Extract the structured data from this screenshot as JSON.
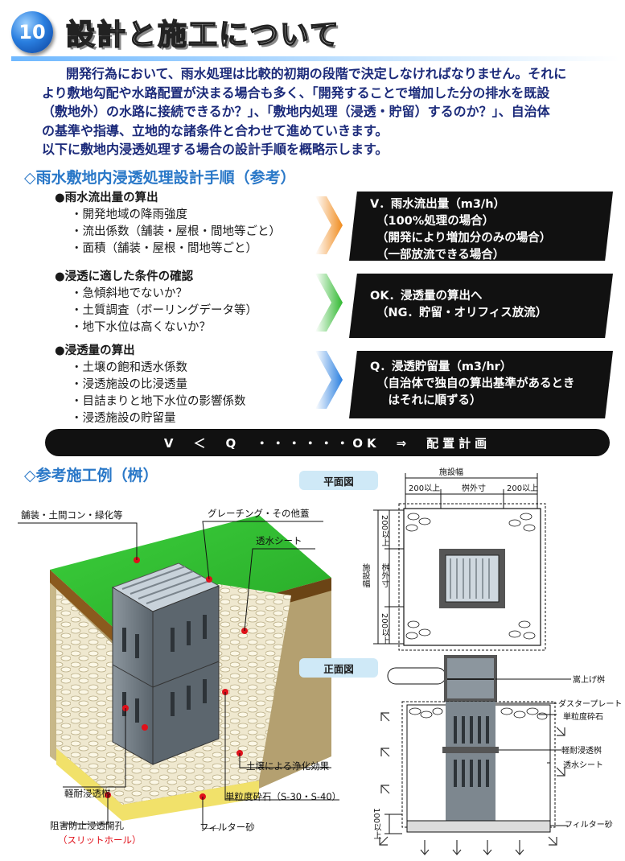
{
  "header": {
    "number": "10",
    "title": "設計と施工について"
  },
  "intro": [
    "開発行為において、雨水処理は比較的初期の段階で決定しなければなりません。それに",
    "より敷地勾配や水路配置が決まる場合も多く、「開発することで増加した分の排水を既設",
    "（敷地外）の水路に接続できるか？」、「敷地内処理（浸透・貯留）するのか？」、自治体",
    "の基準や指導、立地的な諸条件と合わせて進めていきます。",
    "以下に敷地内浸透処理する場合の設計手順を概略示します。"
  ],
  "section1": {
    "title": "◇雨水敷地内浸透処理設計手順（参考）"
  },
  "steps": [
    {
      "heading": "●雨水流出量の算出",
      "items": [
        "・開発地域の降雨強度",
        "・流出係数（舗装・屋根・間地等ごと）",
        "・面積（舗装・屋根・間地等ごと）"
      ],
      "result": [
        "V．雨水流出量（m3/h）",
        "（100%処理の場合）",
        "（開発により増加分のみの場合）",
        "（一部放流できる場合）"
      ],
      "arrow_color": "#f08a1c"
    },
    {
      "heading": "●浸透に適した条件の確認",
      "items": [
        "・急傾斜地でないか？",
        "・土質調査（ボーリングデータ等）",
        "・地下水位は高くないか？"
      ],
      "result": [
        "OK．浸透量の算出へ",
        "（NG．貯留・オリフィス放流）"
      ],
      "arrow_color": "#2fb82f"
    },
    {
      "heading": "●浸透量の算出",
      "items": [
        "・土壌の飽和透水係数",
        "・浸透施設の比浸透量",
        "・目詰まりと地下水位の影響係数",
        "・浸透施設の貯留量"
      ],
      "result": [
        "Q．浸透貯留量（m3/hr）",
        "（自治体で独自の算出基準があるとき",
        "　はそれに順ずる）"
      ],
      "arrow_color": "#2a7fe0"
    }
  ],
  "formula": "V　＜　Q　・・・・・・OK　⇒　配置計画",
  "section2": {
    "title": "◇参考施工例（桝）"
  },
  "illustration_labels": {
    "paving": "舗装・土間コン・緑化等",
    "grating": "グレーチング・その他蓋",
    "sheet": "透水シート",
    "soil": "土壌による浄化効果",
    "gravel": "単粒度砕石（S-30・S-40）",
    "sand": "フィルター砂",
    "basin": "軽耐浸透桝",
    "slit": "阻害防止浸透開孔",
    "slit_sub": "（スリットホール）"
  },
  "plan_view": {
    "title": "平面図",
    "facility_width": "施設幅",
    "dim_left": "200以上",
    "dim_center": "桝外寸",
    "dim_right": "200以上",
    "side_width": "施設幅",
    "side_top": "200以上",
    "side_mid": "桝外寸",
    "side_bottom": "200以上"
  },
  "front_view": {
    "title": "正面図",
    "riser": "嵩上げ桝",
    "duster": "ダスタープレート",
    "gravel": "単粒度砕石",
    "basin": "軽耐浸透桝",
    "sheet": "透水シート",
    "sand": "フィルター砂",
    "bottom_dim": "100以上"
  }
}
